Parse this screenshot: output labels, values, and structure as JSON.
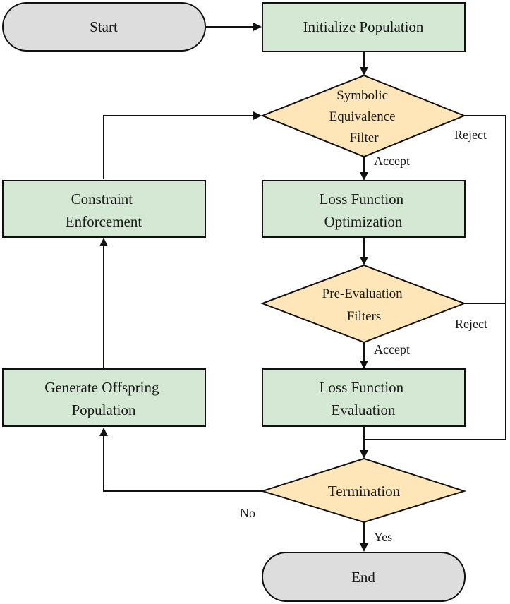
{
  "colors": {
    "terminal_fill": "#dddddd",
    "process_fill": "#d5e8d4",
    "decision_fill": "#ffe6b9",
    "stroke": "#111111"
  },
  "nodes": {
    "start": {
      "lines": [
        "Start"
      ]
    },
    "init_population": {
      "lines": [
        "Initialize Population"
      ]
    },
    "symbolic_filter": {
      "lines": [
        "Symbolic",
        "Equivalence",
        "Filter"
      ]
    },
    "loss_opt": {
      "lines": [
        "Loss Function",
        "Optimization"
      ]
    },
    "pre_eval": {
      "lines": [
        "Pre-Evaluation",
        "Filters"
      ]
    },
    "loss_eval": {
      "lines": [
        "Loss Function",
        "Evaluation"
      ]
    },
    "termination": {
      "lines": [
        "Termination"
      ]
    },
    "end": {
      "lines": [
        "End"
      ]
    },
    "constraint": {
      "lines": [
        "Constraint",
        "Enforcement"
      ]
    },
    "offspring": {
      "lines": [
        "Generate Offspring",
        "Population"
      ]
    }
  },
  "edge_labels": {
    "accept_1": "Accept",
    "reject_1": "Reject",
    "accept_2": "Accept",
    "reject_2": "Reject",
    "no": "No",
    "yes": "Yes"
  }
}
